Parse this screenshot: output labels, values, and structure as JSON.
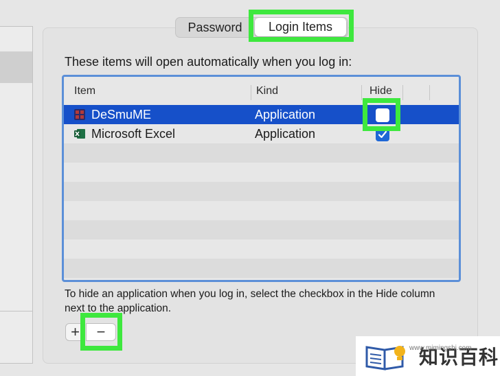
{
  "tabs": [
    {
      "label": "Password",
      "selected": false
    },
    {
      "label": "Login Items",
      "selected": true
    }
  ],
  "intro_text": "These items will open automatically when you log in:",
  "table": {
    "columns": [
      "Item",
      "Kind",
      "Hide"
    ],
    "rows": [
      {
        "name": "DeSmuME",
        "kind": "Application",
        "hide": false,
        "selected": true,
        "icon": "desmume-app-icon"
      },
      {
        "name": "Microsoft Excel",
        "kind": "Application",
        "hide": true,
        "selected": false,
        "icon": "excel-app-icon"
      }
    ]
  },
  "help_text": "To hide an application when you log in, select the checkbox in the Hide column next to the application.",
  "buttons": {
    "add": "+",
    "remove": "−"
  },
  "watermark": {
    "text": "知识百科",
    "url": "www.mimingshi.com"
  },
  "colors": {
    "highlight": "#3ee83e",
    "selection": "#1650c9",
    "table_border": "#5b8fd8"
  }
}
